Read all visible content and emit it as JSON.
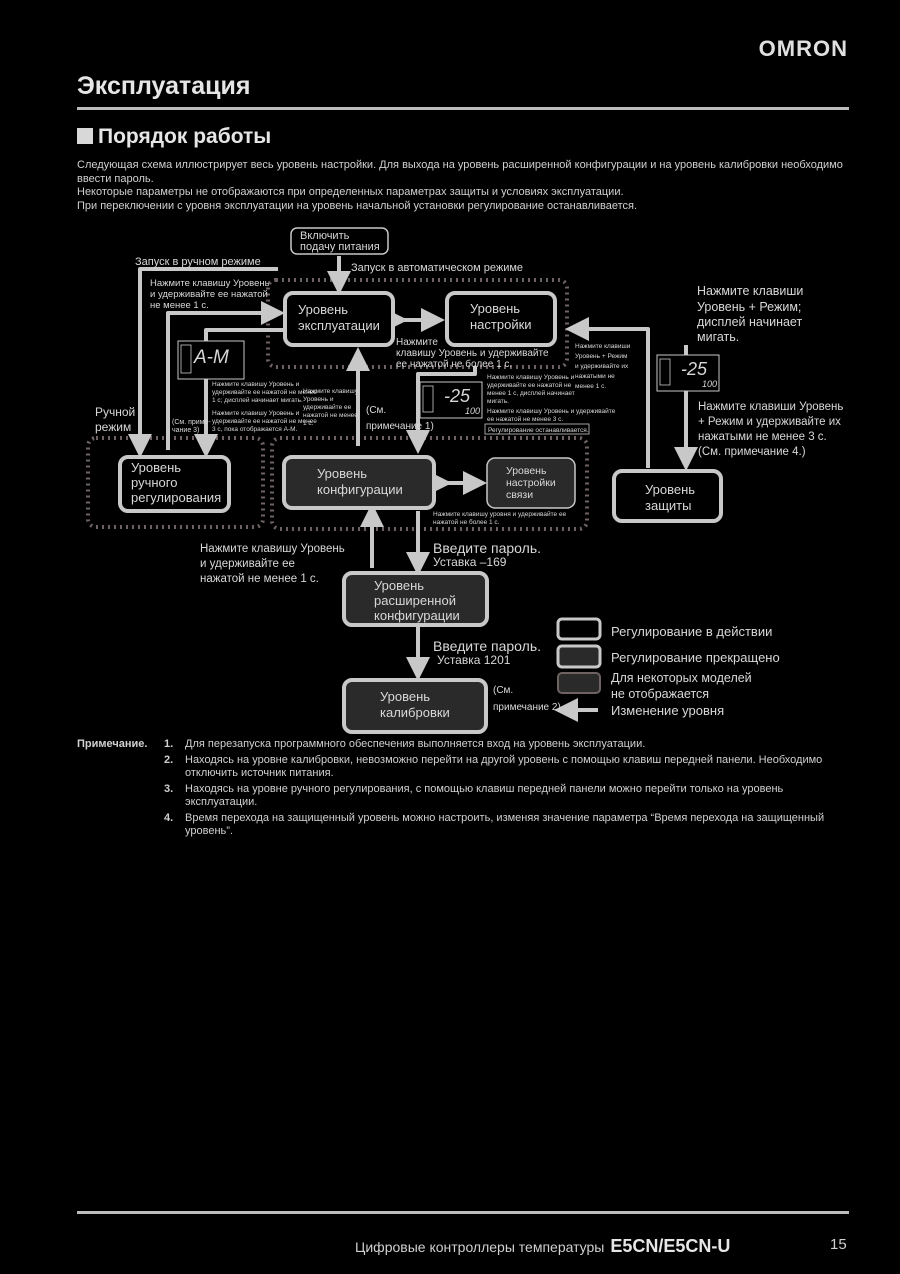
{
  "header": {
    "logo": "OMRON",
    "title": "Эксплуатация",
    "section": "Порядок работы"
  },
  "intro": [
    "Следующая схема иллюстрирует весь уровень настройки. Для выхода на уровень расширенной конфигурации и на уровень калибровки необходимо ввести пароль.",
    "Некоторые параметры не отображаются при определенных параметрах защиты и условиях эксплуатации.",
    "При переключении с уровня эксплуатации на уровень начальной установки регулирование останавливается."
  ],
  "diagram": {
    "power_on": [
      "Включить",
      "подачу питания"
    ],
    "start_manual": "Запуск в ручном режиме",
    "start_auto": "Запуск в автоматическом режиме",
    "op_level": [
      "Уровень",
      "эксплуатации"
    ],
    "adj_level": [
      "Уровень",
      "настройки"
    ],
    "manual_level": [
      "Уровень",
      "ручного",
      "регулирования"
    ],
    "config_level": [
      "Уровень",
      "конфигурации"
    ],
    "comm_level": [
      "Уровень",
      "настройки",
      "связи"
    ],
    "protect_level": [
      "Уровень",
      "защиты"
    ],
    "adv_level": [
      "Уровень",
      "расширенной",
      "конфигурации"
    ],
    "calib_level": [
      "Уровень",
      "калибровки"
    ],
    "hold_1s_manual": [
      "Нажмите клавишу Уровень",
      "и удерживайте ее нажатой",
      "не менее 1 с."
    ],
    "hold_op_adj": [
      "Нажмите",
      "клавишу Уровень и удерживайте",
      "ее нажатой не более 1 с."
    ],
    "press_level_mode": [
      "Нажмите клавиши",
      "Уровень + Режим;",
      "дисплей начинает",
      "мигать."
    ],
    "press_level_mode_3s": [
      "Нажмите клавиши Уровень",
      "+ Режим и удерживайте их",
      "нажатыми не менее 3 с.",
      "(См. примечание 4.)"
    ],
    "manual_mode": [
      "Ручной",
      "режим"
    ],
    "see_note1": [
      "(См.",
      "примечание 1)"
    ],
    "see_note3": [
      "(См. приме-",
      "чание 3)"
    ],
    "small_a": [
      "Нажмите клавишу Уровень и",
      "удерживайте ее нажатой не менее",
      "1 с; дисплей начинает мигать."
    ],
    "small_b": [
      "Нажмите клавишу Уровень и",
      "удерживайте ее нажатой не менее",
      "3 с, пока отображается A-M."
    ],
    "small_c": [
      "Нажмите клавишу",
      "Уровень и",
      "удерживайте ее",
      "нажатой не менее",
      "1 с."
    ],
    "small_d": [
      "Нажмите клавишу Уровень и",
      "удерживайте ее нажатой не",
      "менее 1 с, дисплей начинает",
      "мигать."
    ],
    "small_e": [
      "Нажмите клавишу Уровень и удерживайте",
      "ее нажатой не менее 3 с."
    ],
    "stopped_label": "Регулирование останавливается.",
    "small_f": [
      "Нажмите клавиши",
      "Уровень + Режим",
      "и удерживайте их",
      "нажатыми не",
      "менее 1 с."
    ],
    "small_g": [
      "Нажмите клавишу уровня и удерживайте ее",
      "нажатой не более 1 с."
    ],
    "hold_1s_adv": [
      "Нажмите клавишу Уровень",
      "и удерживайте ее",
      "нажатой не менее 1 с."
    ],
    "password_169": [
      "Введите пароль.",
      "Уставка –169"
    ],
    "password_1201": [
      "Введите пароль.",
      "Уставка 1201"
    ],
    "see_note2": [
      "(См.",
      "примечание 2)"
    ],
    "display_am": "A-M",
    "display_25": "-25",
    "display_100": "100",
    "legend": {
      "running": "Регулирование в действии",
      "stopped": "Регулирование прекращено",
      "hidden": [
        "Для некоторых моделей",
        "не отображается"
      ],
      "change": "Изменение уровня"
    }
  },
  "notes": {
    "label": "Примечание.",
    "items": [
      {
        "num": "1.",
        "text": "Для перезапуска программного обеспечения выполняется вход на уровень эксплуатации."
      },
      {
        "num": "2.",
        "text": "Находясь на уровне калибровки, невозможно перейти на другой уровень с помощью клавиш передней панели. Необходимо отключить источник питания."
      },
      {
        "num": "3.",
        "text": "Находясь на уровне ручного регулирования, с помощью клавиш передней панели можно перейти только на уровень эксплуатации."
      },
      {
        "num": "4.",
        "text": "Время перехода на защищенный уровень можно настроить, изменяя значение параметра “Время перехода на защищенный уровень”."
      }
    ]
  },
  "footer": {
    "text": "Цифровые контроллеры температуры",
    "model": "E5CN/E5CN-U",
    "page": "15"
  },
  "colors": {
    "background": "#000000",
    "text": "#d8d8d8",
    "box_border": "#c8c8c8",
    "arrow": "#c8c8c8",
    "dotted_frame": "#6e6262"
  }
}
